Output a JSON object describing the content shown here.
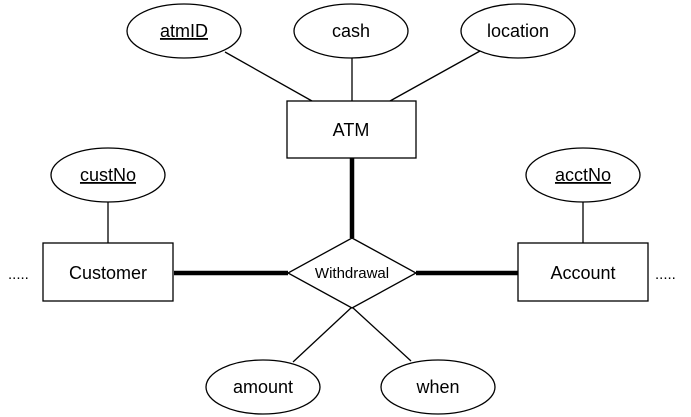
{
  "diagram": {
    "type": "entity-relationship",
    "relationship": {
      "id": "withdrawal",
      "label": "Withdrawal"
    },
    "entities": [
      {
        "id": "atm",
        "label": "ATM",
        "participation": "total"
      },
      {
        "id": "customer",
        "label": "Customer",
        "participation": "total",
        "continuation": "....."
      },
      {
        "id": "account",
        "label": "Account",
        "participation": "total",
        "continuation": "....."
      }
    ],
    "attributes": [
      {
        "id": "atmID",
        "label": "atmID",
        "owner": "atm",
        "key": true
      },
      {
        "id": "cash",
        "label": "cash",
        "owner": "atm",
        "key": false
      },
      {
        "id": "location",
        "label": "location",
        "owner": "atm",
        "key": false
      },
      {
        "id": "custNo",
        "label": "custNo",
        "owner": "customer",
        "key": true
      },
      {
        "id": "acctNo",
        "label": "acctNo",
        "owner": "account",
        "key": true
      },
      {
        "id": "amount",
        "label": "amount",
        "owner": "withdrawal",
        "key": false
      },
      {
        "id": "when",
        "label": "when",
        "owner": "withdrawal",
        "key": false
      }
    ]
  }
}
